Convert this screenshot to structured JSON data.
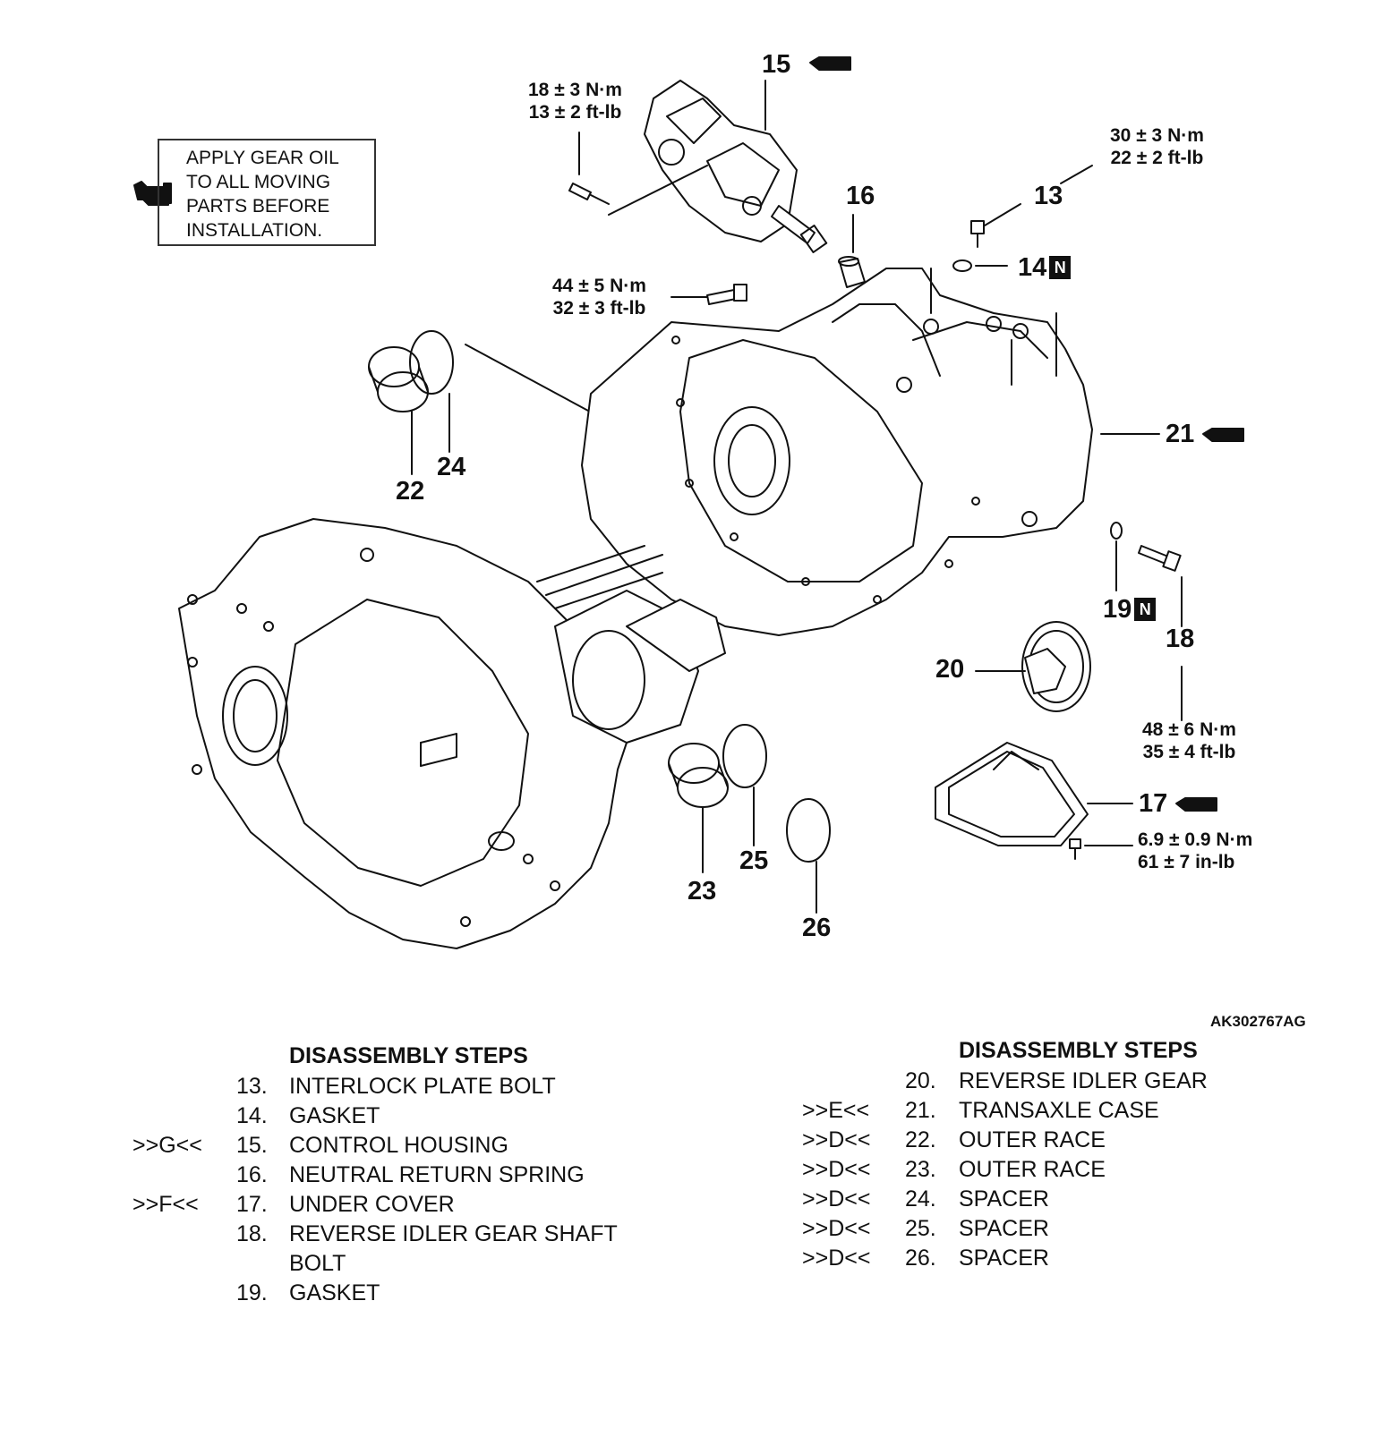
{
  "note": {
    "lines": [
      "APPLY GEAR OIL",
      "TO ALL MOVING",
      "PARTS BEFORE",
      "INSTALLATION."
    ]
  },
  "callouts": {
    "c13": "13",
    "c14": "14",
    "c15": "15",
    "c16": "16",
    "c17": "17",
    "c18": "18",
    "c19": "19",
    "c20": "20",
    "c21": "21",
    "c22": "22",
    "c23": "23",
    "c24": "24",
    "c25": "25",
    "c26": "26",
    "new_mark": "N"
  },
  "torques": {
    "t15": [
      "18 ± 3 N·m",
      "13 ± 2 ft-lb"
    ],
    "t13": [
      "30 ± 3 N·m",
      "22 ± 2 ft-lb"
    ],
    "t_case": [
      "44 ± 5 N·m",
      "32 ± 3 ft-lb"
    ],
    "t18": [
      "48 ± 6 N·m",
      "35 ± 4 ft-lb"
    ],
    "t17": [
      "6.9 ± 0.9 N·m",
      "61 ± 7 in-lb"
    ]
  },
  "drawing_id": "AK302767AG",
  "steps_left": {
    "title": "DISASSEMBLY STEPS",
    "items": [
      {
        "ref": "",
        "num": "13.",
        "text": "INTERLOCK PLATE BOLT"
      },
      {
        "ref": "",
        "num": "14.",
        "text": "GASKET"
      },
      {
        "ref": ">>G<<",
        "num": "15.",
        "text": "CONTROL HOUSING"
      },
      {
        "ref": "",
        "num": "16.",
        "text": "NEUTRAL RETURN SPRING"
      },
      {
        "ref": ">>F<<",
        "num": "17.",
        "text": "UNDER COVER"
      },
      {
        "ref": "",
        "num": "18.",
        "text": "REVERSE IDLER GEAR SHAFT"
      },
      {
        "ref": "",
        "num": "",
        "text": "BOLT"
      },
      {
        "ref": "",
        "num": "19.",
        "text": "GASKET"
      }
    ]
  },
  "steps_right": {
    "title": "DISASSEMBLY STEPS",
    "items": [
      {
        "ref": "",
        "num": "20.",
        "text": "REVERSE IDLER GEAR"
      },
      {
        "ref": ">>E<<",
        "num": "21.",
        "text": "TRANSAXLE CASE"
      },
      {
        "ref": ">>D<<",
        "num": "22.",
        "text": "OUTER RACE"
      },
      {
        "ref": ">>D<<",
        "num": "23.",
        "text": "OUTER RACE"
      },
      {
        "ref": ">>D<<",
        "num": "24.",
        "text": "SPACER"
      },
      {
        "ref": ">>D<<",
        "num": "25.",
        "text": "SPACER"
      },
      {
        "ref": ">>D<<",
        "num": "26.",
        "text": "SPACER"
      }
    ]
  }
}
